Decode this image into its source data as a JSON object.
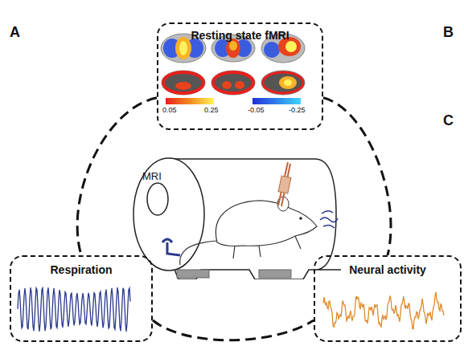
{
  "diagram": {
    "nodes": [
      {
        "text": [
          "Resting state fMRI"
        ]
      },
      {
        "text": [
          "MRI"
        ]
      },
      {
        "text": [
          "Respiration"
        ]
      },
      {
        "text": [
          "Neural activity"
        ]
      }
    ],
    "edges": [
      {
        "from": 0,
        "to": 2,
        "arrow": "none"
      },
      {
        "from": 0,
        "to": 3,
        "arrow": "none"
      },
      {
        "from": 2,
        "to": 3,
        "arrow": "none"
      }
    ],
    "labels": [
      "A",
      "B",
      "C",
      "0.05",
      "0.25",
      "-0.05",
      "-0.25"
    ]
  }
}
